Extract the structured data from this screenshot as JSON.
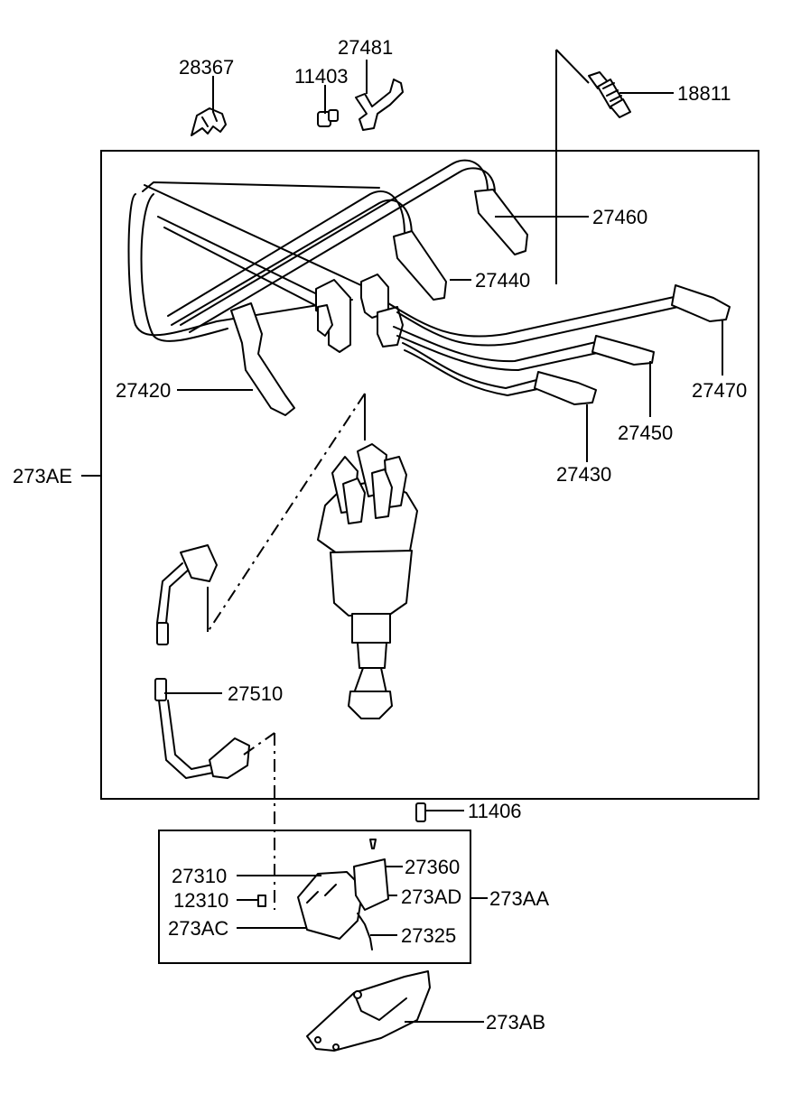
{
  "labels": {
    "p28367": "28367",
    "p27481": "27481",
    "p11403": "11403",
    "p18811": "18811",
    "p27460": "27460",
    "p27440": "27440",
    "p27470": "27470",
    "p27420": "27420",
    "p27450": "27450",
    "p27430": "27430",
    "p273AE": "273AE",
    "p27510": "27510",
    "p11406": "11406",
    "p27360": "27360",
    "p27310": "27310",
    "p273AD": "273AD",
    "p273AA": "273AA",
    "p12310": "12310",
    "p273AC": "273AC",
    "p27325": "27325",
    "p273AB": "273AB"
  }
}
